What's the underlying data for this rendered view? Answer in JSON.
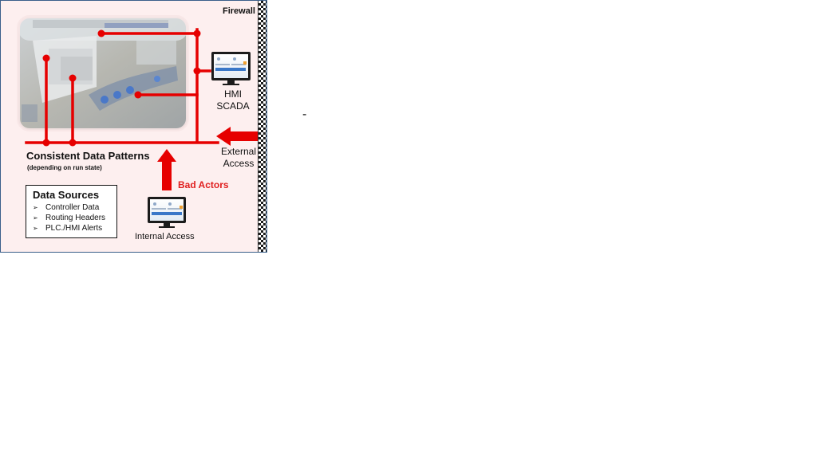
{
  "firewall": {
    "label": "Firewall"
  },
  "hmi": {
    "line1": "HMI",
    "line2": "SCADA",
    "icon": "monitor-icon"
  },
  "external_access": {
    "line1": "External",
    "line2": "Access"
  },
  "data_patterns": {
    "title": "Consistent Data Patterns",
    "subtitle": "(depending on run state)"
  },
  "bad_actors": {
    "label": "Bad  Actors"
  },
  "internal_access": {
    "label": "Internal Access",
    "icon": "monitor-icon"
  },
  "data_sources": {
    "title": "Data Sources",
    "items": [
      {
        "label": "Controller Data"
      },
      {
        "label": "Routing Headers"
      },
      {
        "label": "PLC./HMI Alerts"
      }
    ]
  },
  "stray_mark": "-",
  "colors": {
    "network_red": "#e60000",
    "panel_bg": "#fdefef",
    "border_blue": "#3a5f8a"
  }
}
